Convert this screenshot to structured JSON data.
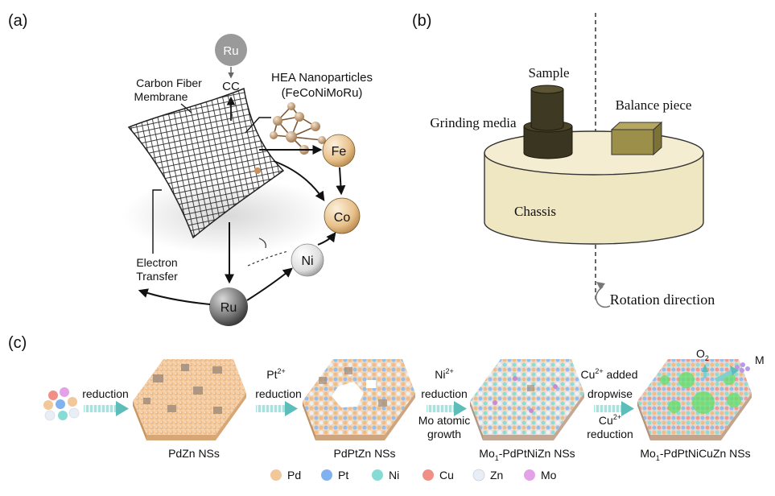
{
  "panel_a": {
    "label": "(a)",
    "ru_top": "Ru",
    "cc": "CC",
    "hea_title": "HEA Nanoparticles",
    "hea_formula": "(FeCoNiMoRu)",
    "membrane_line1": "Carbon Fiber",
    "membrane_line2": "Membrane",
    "fe": "Fe",
    "co": "Co",
    "ni": "Ni",
    "ru_bottom": "Ru",
    "electron_line1": "Electron",
    "electron_line2": "Transfer"
  },
  "panel_b": {
    "label": "(b)",
    "sample": "Sample",
    "grinding_media": "Grinding media",
    "balance_piece": "Balance piece",
    "chassis": "Chassis",
    "rotation": "Rotation direction"
  },
  "panel_c": {
    "label": "(c)",
    "step1": "reduction",
    "step2_ion": "Pt",
    "step2_charge": "2+",
    "step2_text": "reduction",
    "step3_ion": "Ni",
    "step3_charge": "2+",
    "step3_text": "reduction",
    "step3_extra1": "Mo atomic",
    "step3_extra2": "growth",
    "step4_ion": "Cu",
    "step4_charge": "2+",
    "step4_text": " added",
    "step4_dropwise": "dropwise",
    "step4_ion2": "Cu",
    "step4_charge2": "2+",
    "step4_text2": "reduction",
    "ns1": "PdZn NSs",
    "ns2": "PdPtZn NSs",
    "ns3_prefix": "Mo",
    "ns3_sub": "1",
    "ns3_suffix": "-PdPtNiZn NSs",
    "ns4_prefix": "Mo",
    "ns4_sub": "1",
    "ns4_suffix": "-PdPtNiCuZn NSs",
    "o2_base": "O",
    "o2_sub": "2",
    "m_label": "M",
    "legend": [
      {
        "label": "Pd",
        "color": "#f2c79a"
      },
      {
        "label": "Pt",
        "color": "#7fb2ee"
      },
      {
        "label": "Ni",
        "color": "#86dcd5"
      },
      {
        "label": "Cu",
        "color": "#ef8f86"
      },
      {
        "label": "Zn",
        "color": "#e9eef6"
      },
      {
        "label": "Mo",
        "color": "#e3a2e8"
      }
    ]
  },
  "colors": {
    "cylinder": "#f0e8c6",
    "grinding": "#3a3520",
    "balance": "#9c8f4a",
    "arrow_teal": "#7fd0ce",
    "sheet_peach": "#f0c49a"
  },
  "icons": {
    "mesh": "carbon-fiber-mesh",
    "cluster": "hea-cluster-icon",
    "rotation": "rotation-arrow-icon"
  }
}
